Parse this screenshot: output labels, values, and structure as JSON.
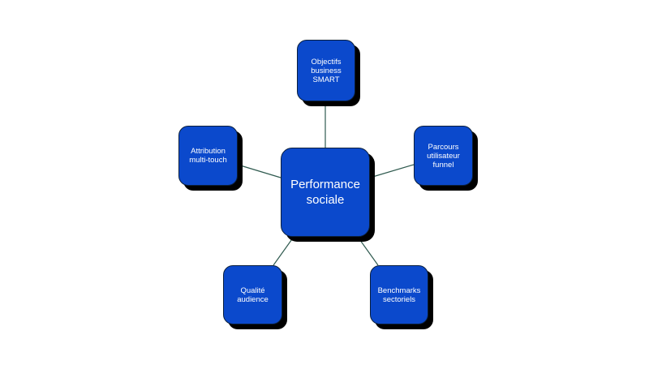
{
  "diagram": {
    "center": {
      "label": "Performance\nsociale"
    },
    "nodes": [
      {
        "id": "top",
        "label": "Objectifs\nbusiness\nSMART"
      },
      {
        "id": "right",
        "label": "Parcours\nutilisateur\nfunnel"
      },
      {
        "id": "bottom-right",
        "label": "Benchmarks\nsectoriels"
      },
      {
        "id": "bottom-left",
        "label": "Qualité\naudience"
      },
      {
        "id": "left",
        "label": "Attribution\nmulti-touch"
      }
    ],
    "colors": {
      "node_fill": "#0b49cc",
      "node_text": "#ffffff",
      "shadow": "#000000",
      "connector": "#2f5a4f"
    }
  }
}
